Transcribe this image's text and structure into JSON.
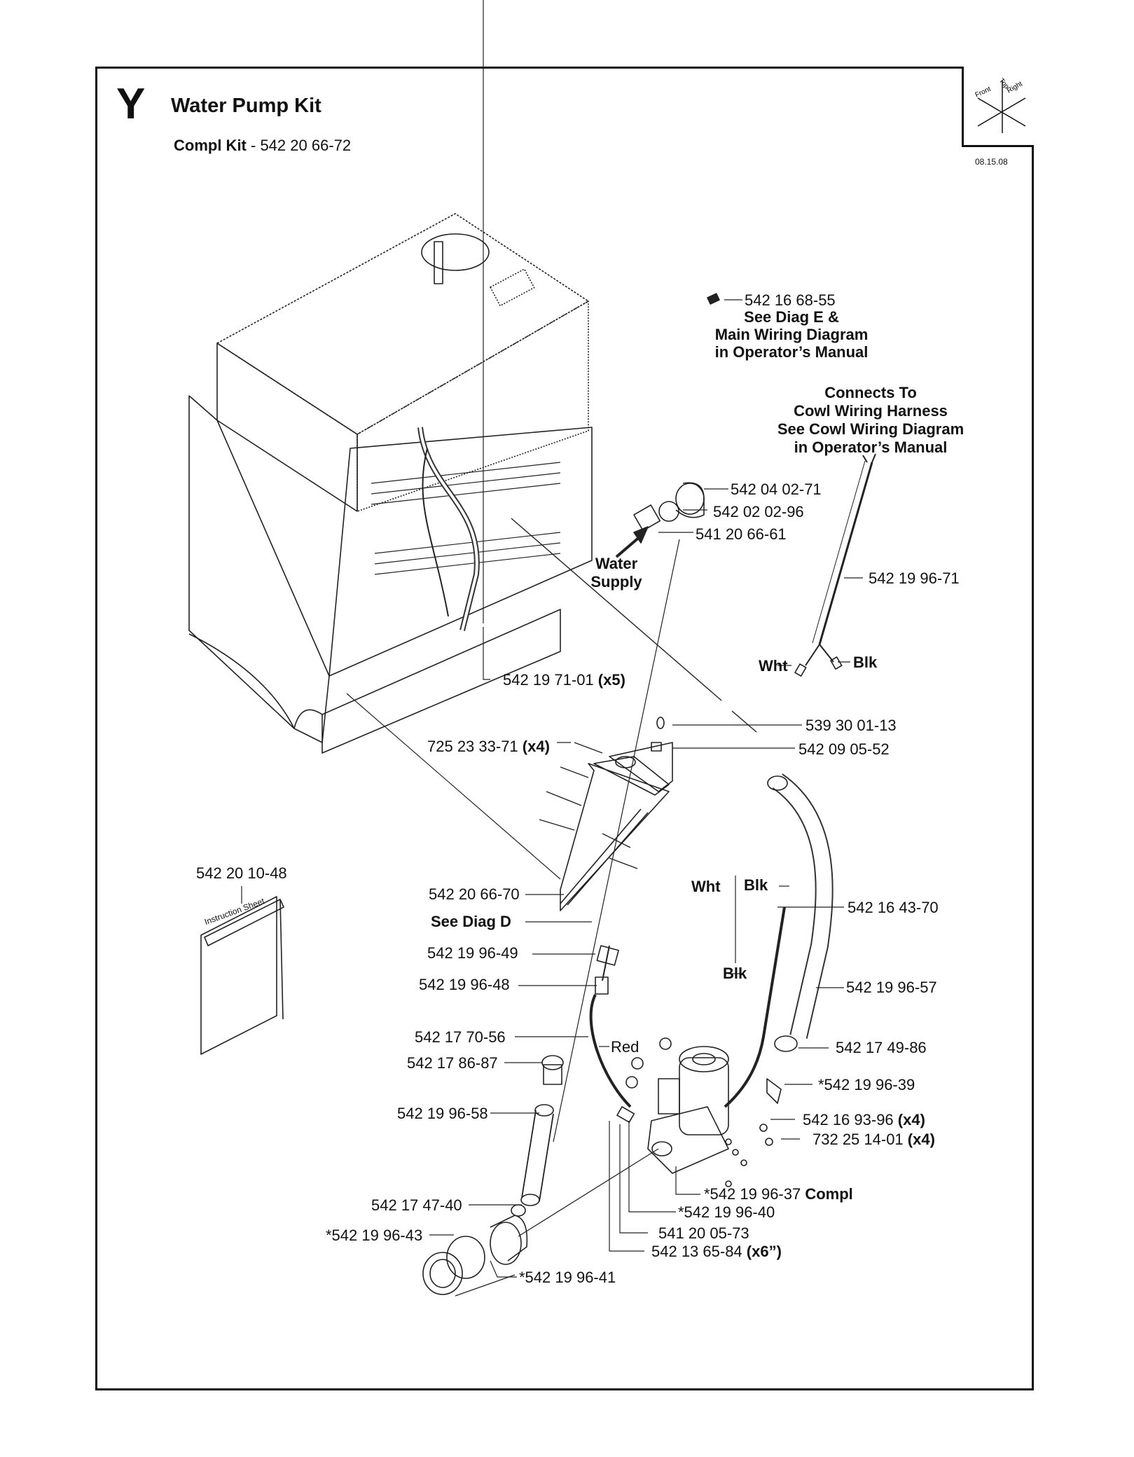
{
  "header": {
    "section_letter": "Y",
    "title": "Water Pump Kit",
    "kit_label": "Compl Kit",
    "kit_number": " - 542 20 66-72",
    "date": "08.15.08"
  },
  "compass": {
    "top": "Top",
    "front": "Front",
    "right": "Right"
  },
  "booklet": {
    "title": "Instruction Sheet"
  },
  "notes": {
    "diag_e": [
      "See Diag E &",
      "Main Wiring Diagram",
      "in Operator’s Manual"
    ],
    "cowl": [
      "Connects To",
      "Cowl Wiring Harness",
      "See Cowl Wiring Diagram",
      "in Operator’s Manual"
    ],
    "water_supply": [
      "Water",
      "Supply"
    ]
  },
  "parts": {
    "p_542_16_68_55": "542 16 68-55",
    "p_542_04_02_71": "542 04 02-71",
    "p_542_02_02_96": "542 02 02-96",
    "p_541_20_66_61": "541 20 66-61",
    "p_542_19_96_71": "542 19 96-71",
    "wht_top": "Wht",
    "blk_top": "Blk",
    "p_542_19_71_01": "542 19 71-01",
    "q_542_19_71_01": "(x5)",
    "p_539_30_01_13": "539 30 01-13",
    "p_725_23_33_71": "725 23 33-71",
    "q_725_23_33_71": "(x4)",
    "p_542_09_05_52": "542 09 05-52",
    "p_542_20_10_48": "542 20 10-48",
    "wht_mid": "Wht",
    "blk_mid": "Blk",
    "p_542_20_66_70": "542 20 66-70",
    "p_542_16_43_70": "542 16 43-70",
    "see_diag_d": "See Diag D",
    "p_542_19_96_49": "542 19 96-49",
    "blk_lower": "Blk",
    "p_542_19_96_48": "542 19 96-48",
    "p_542_19_96_57": "542 19 96-57",
    "p_542_17_70_56": "542 17 70-56",
    "red": "Red",
    "p_542_17_49_86": "542 17 49-86",
    "p_542_17_86_87": "542 17 86-87",
    "p_542_19_96_39": "*542 19 96-39",
    "p_542_19_96_58": "542 19 96-58",
    "p_542_16_93_96": "542 16 93-96",
    "q_542_16_93_96": "(x4)",
    "p_732_25_14_01": "732 25 14-01",
    "q_732_25_14_01": "(x4)",
    "p_542_19_96_37": "*542 19 96-37",
    "q_542_19_96_37": "Compl",
    "p_542_17_47_40": "542 17 47-40",
    "p_542_19_96_40": "*542 19 96-40",
    "p_541_20_05_73": "541 20 05-73",
    "p_542_19_96_43": "*542 19 96-43",
    "p_542_13_65_84": "542 13 65-84",
    "q_542_13_65_84": "(x6”)",
    "p_542_19_96_41": "*542 19 96-41"
  }
}
